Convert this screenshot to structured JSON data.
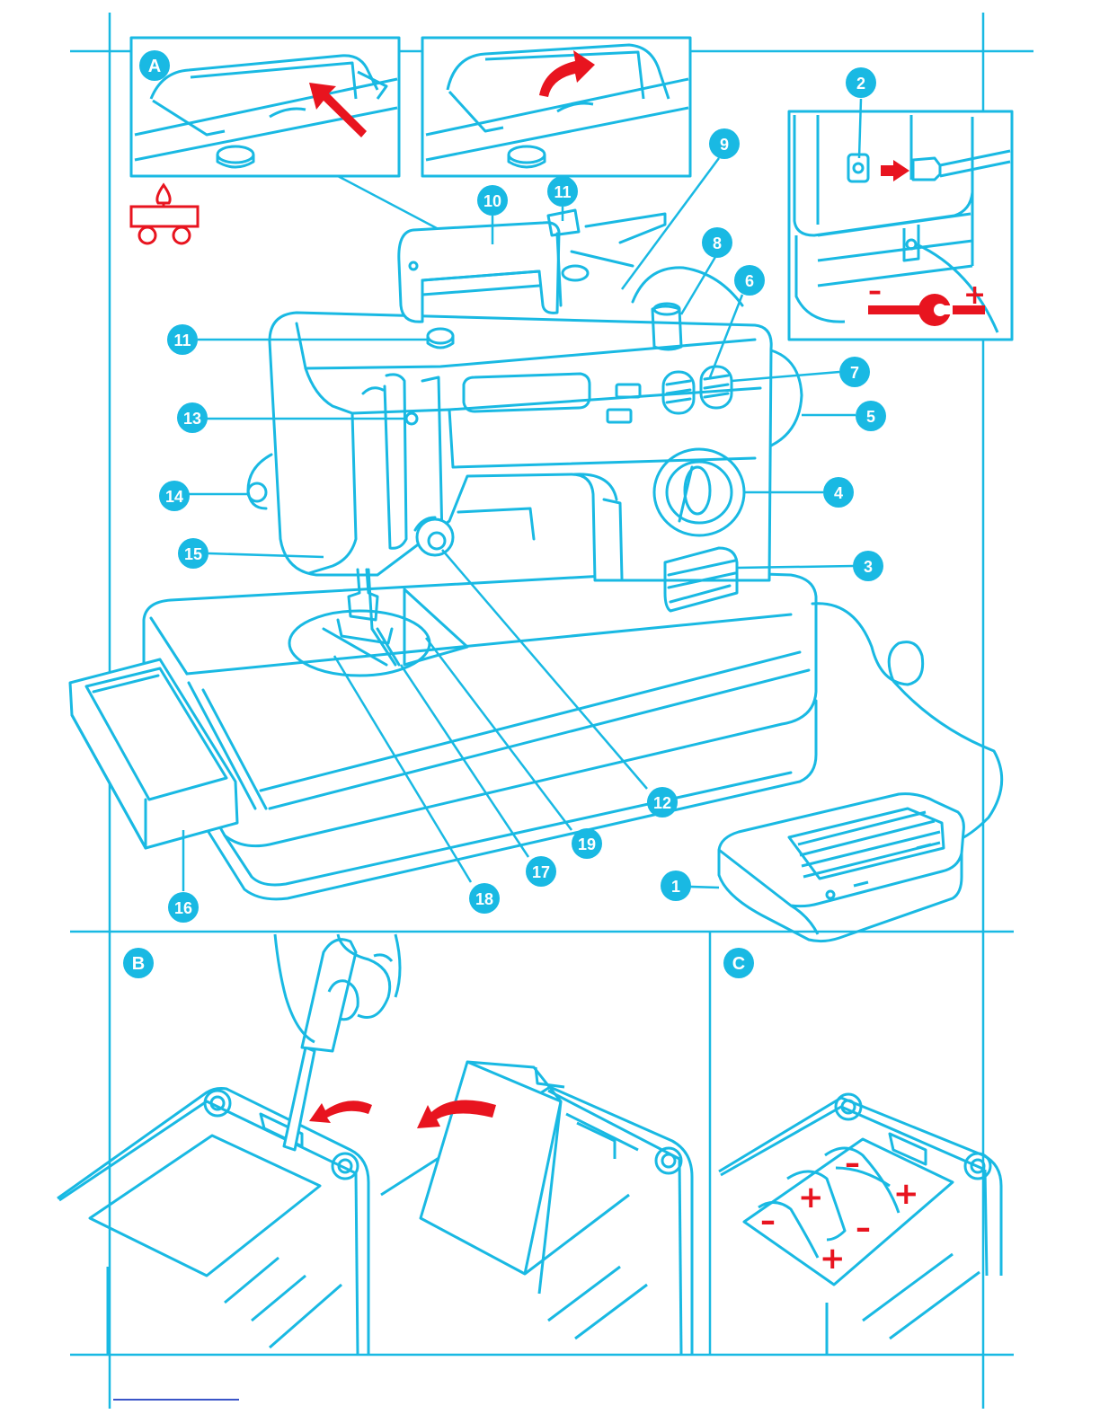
{
  "colors": {
    "line": "#19b9e3",
    "callout_fill": "#19b9e3",
    "accent": "#e8141f",
    "background": "#ffffff"
  },
  "panels": {
    "a": "A",
    "b": "B",
    "c": "C"
  },
  "callouts": {
    "n1": "1",
    "n2": "2",
    "n3": "3",
    "n4": "4",
    "n5": "5",
    "n6": "6",
    "n7": "7",
    "n8": "8",
    "n9": "9",
    "n10": "10",
    "n11a": "11",
    "n11b": "11",
    "n12": "12",
    "n13": "13",
    "n14": "14",
    "n15": "15",
    "n16": "16",
    "n17": "17",
    "n18": "18",
    "n19": "19"
  },
  "polarity": {
    "plug_minus": "–",
    "plug_plus": "+",
    "battery_signs": [
      "–",
      "+",
      "+",
      "–",
      "–",
      "+"
    ]
  },
  "icons": [
    "fragile-icon",
    "arrow-icon",
    "curved-arrow-icon",
    "polarity-symbol-icon",
    "screwdriver-icon"
  ]
}
